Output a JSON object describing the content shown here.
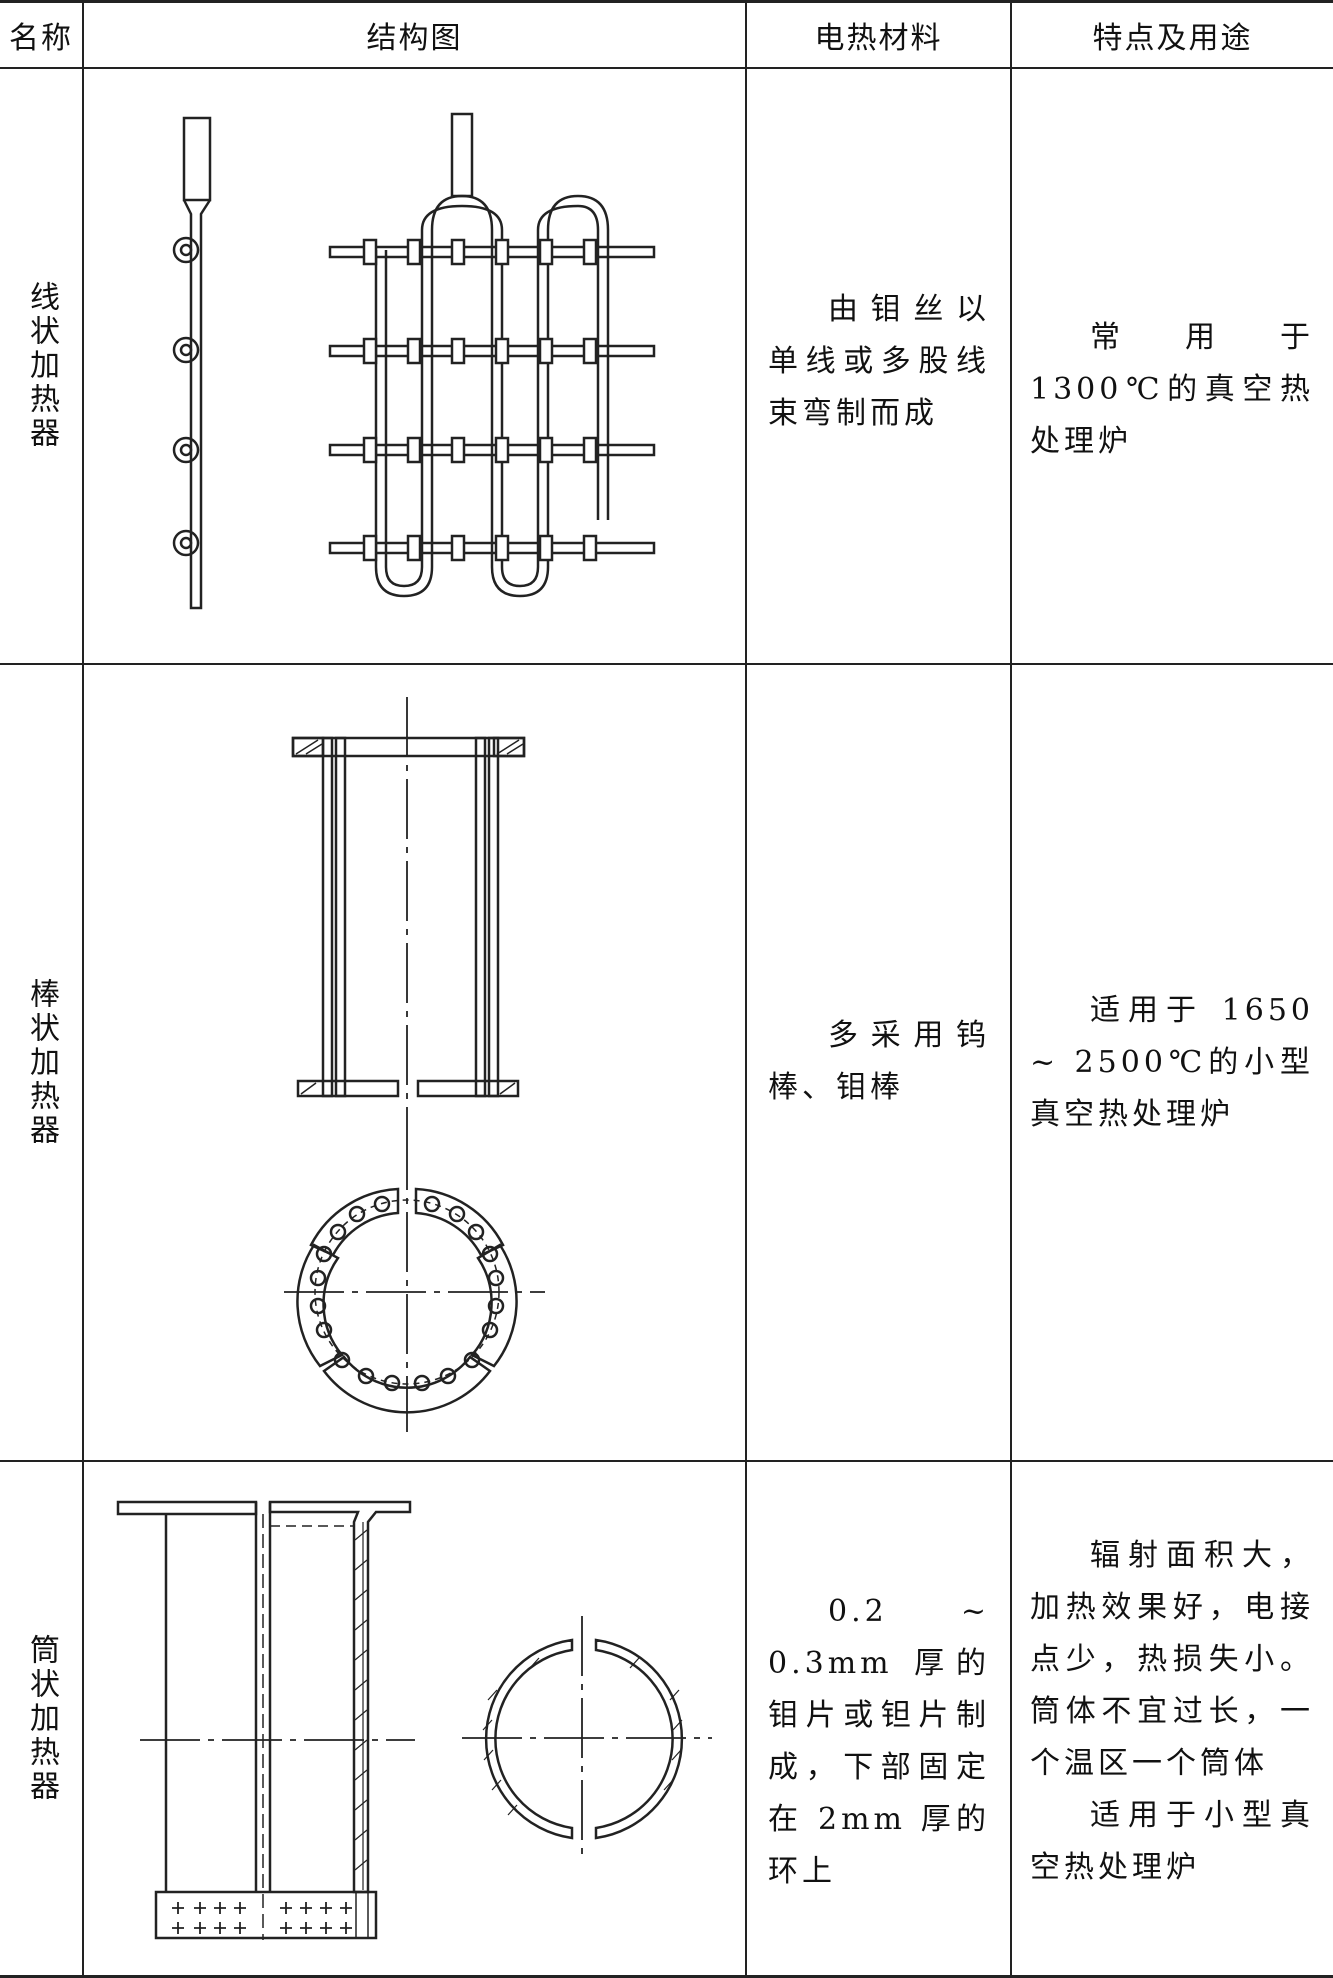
{
  "header": {
    "col_name": "名称",
    "col_structure": "结构图",
    "col_material": "电热材料",
    "col_usage": "特点及用途"
  },
  "rows": [
    {
      "name": "线状加热器",
      "material": "由钼丝以单线或多股线束弯制而成",
      "usage": [
        "常用于 1300℃的真空热处理炉"
      ]
    },
    {
      "name": "棒状加热器",
      "material": "多采用钨棒、钼棒",
      "usage": [
        "适用于 1650 ~ 2500℃的小型真空热处理炉"
      ]
    },
    {
      "name": "筒状加热器",
      "material": "0.2 ~ 0.3mm 厚的钼片或钽片制成，下部固定在 2mm 厚的环上",
      "usage": [
        "辐射面积大，加热效果好，电接点少，热损失小。筒体不宜过长，一个温区一个筒体",
        "适用于小型真空热处理炉"
      ]
    }
  ],
  "colors": {
    "line": "#222222",
    "background": "#ffffff"
  }
}
